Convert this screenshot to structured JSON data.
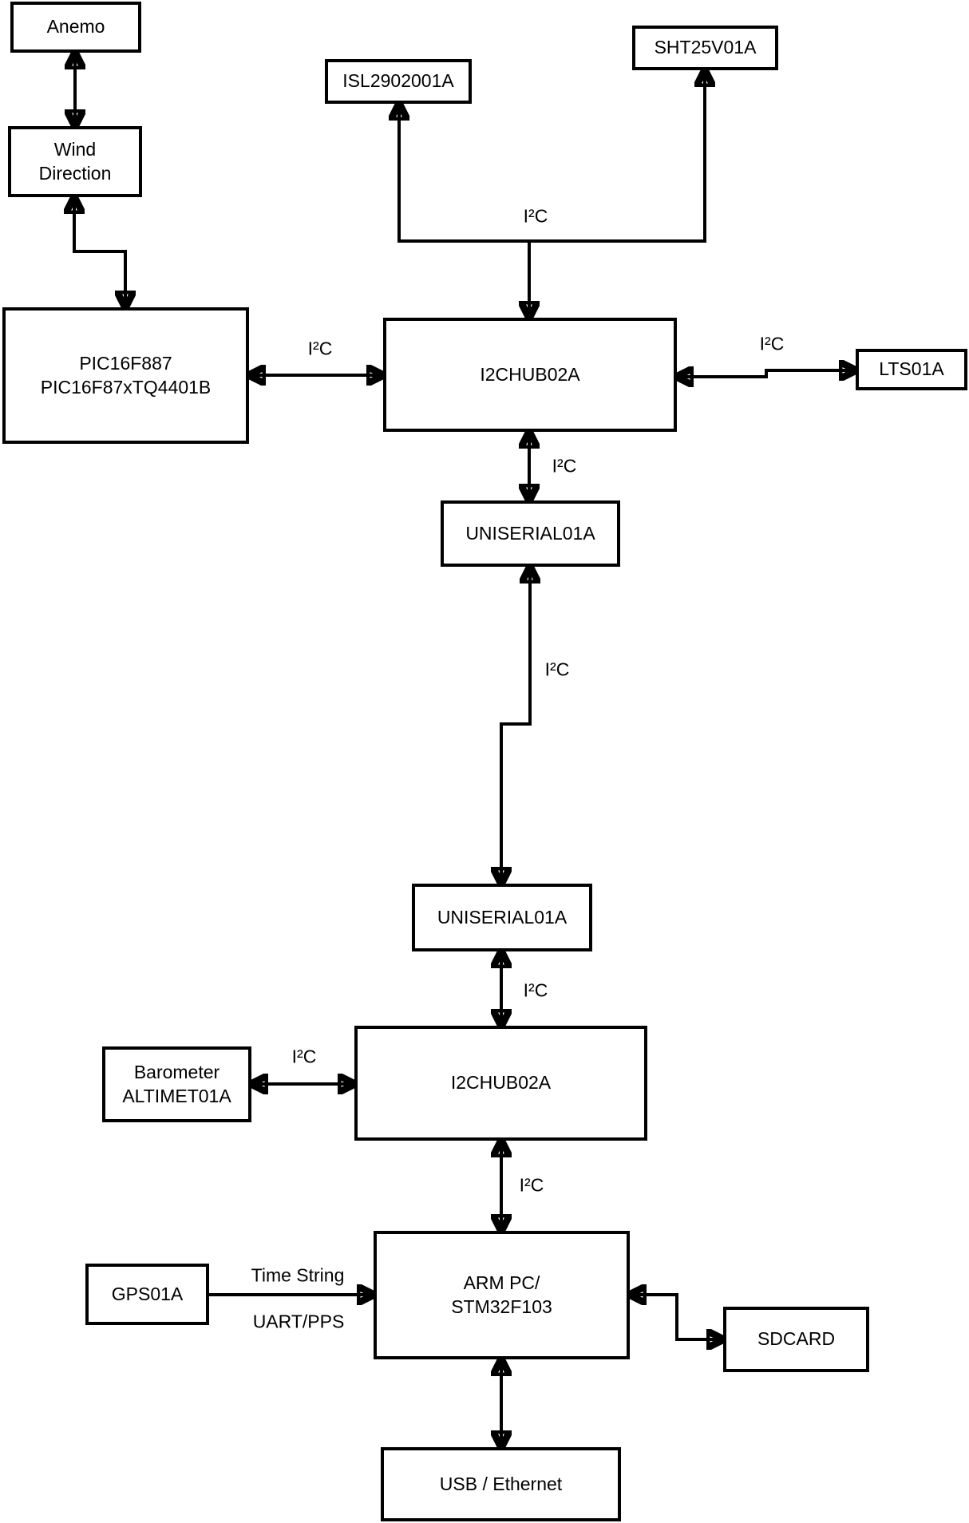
{
  "colors": {
    "background": "#ffffff",
    "line": "#000000",
    "text": "#000000"
  },
  "nodes": {
    "anemo": {
      "label": "Anemo"
    },
    "wind_direction": {
      "lines": [
        "Wind",
        "Direction"
      ]
    },
    "isl": {
      "label": "ISL2902001A"
    },
    "sht": {
      "label": "SHT25V01A"
    },
    "pic": {
      "lines": [
        "PIC16F887",
        "PIC16F87xTQ4401B"
      ]
    },
    "i2c_hub_top": {
      "label": "I2CHUB02A"
    },
    "lts": {
      "label": "LTS01A"
    },
    "uniserial_top": {
      "label": "UNISERIAL01A"
    },
    "uniserial_bottom": {
      "label": "UNISERIAL01A"
    },
    "barometer": {
      "lines": [
        "Barometer",
        "ALTIMET01A"
      ]
    },
    "i2c_hub_bottom": {
      "label": "I2CHUB02A"
    },
    "gps": {
      "label": "GPS01A"
    },
    "arm_pc": {
      "lines": [
        "ARM PC/",
        "STM32F103"
      ]
    },
    "sdcard": {
      "label": "SDCARD"
    },
    "usb_ethernet": {
      "label": "USB / Ethernet"
    }
  },
  "edge_labels": {
    "bus_i2c": "I²C",
    "pic_hub": "I²C",
    "hub_lts": "I²C",
    "hub_uniserial": "I²C",
    "uniserial_link": "I²C",
    "uniserial_hub2": "I²C",
    "barometer_hub2": "I²C",
    "hub2_arm": "I²C",
    "gps_arm_top": "Time String",
    "gps_arm_bottom": "UART/PPS"
  }
}
